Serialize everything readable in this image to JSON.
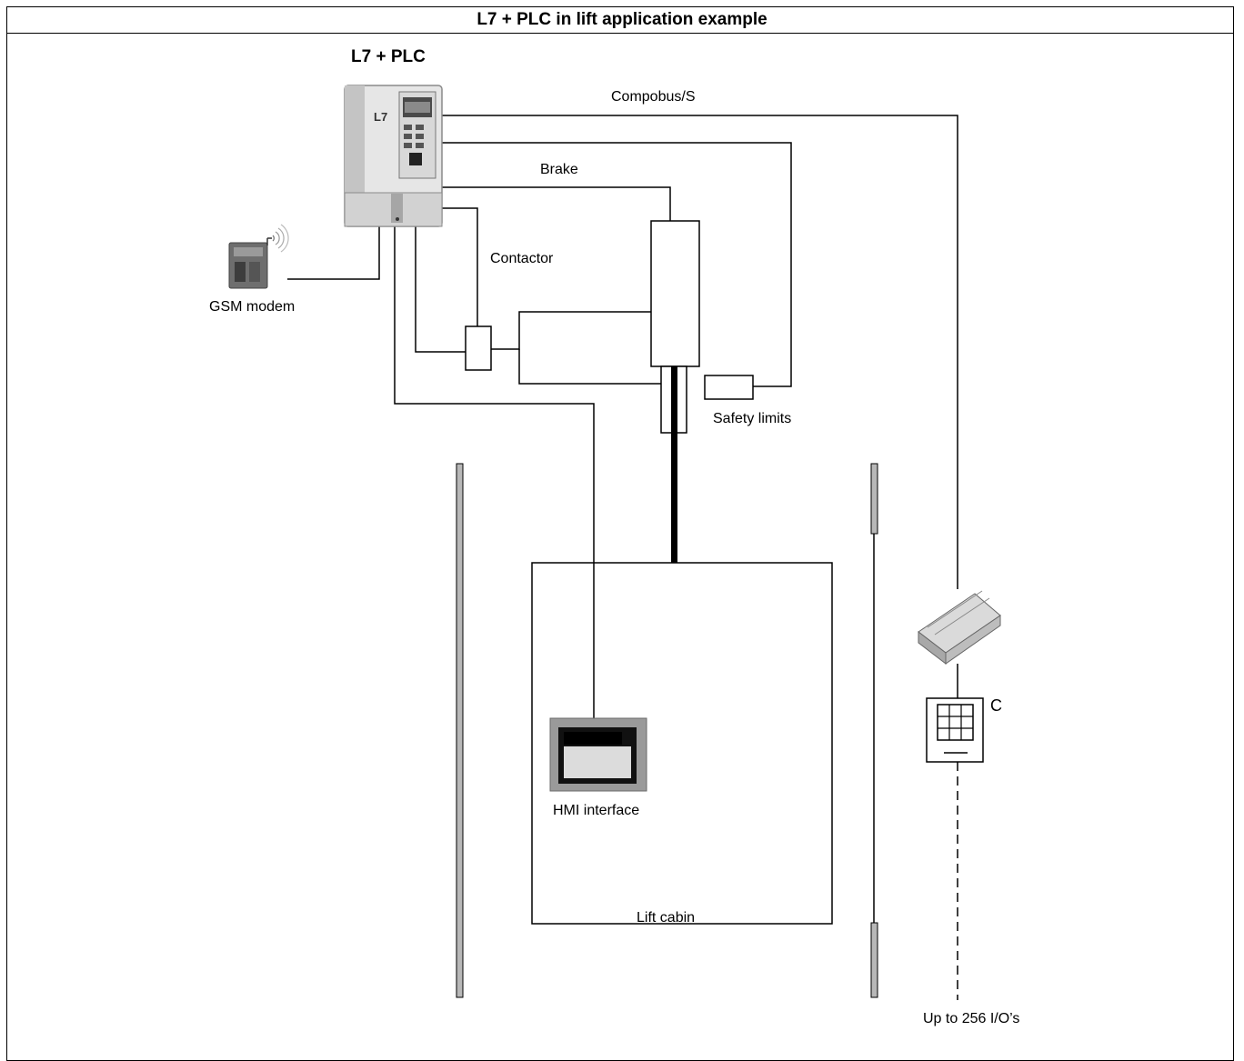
{
  "diagram": {
    "title": "L7 + PLC in lift application example",
    "device_title": "L7 + PLC",
    "labels": {
      "compobus": "Compobus/S",
      "brake": "Brake",
      "contactor": "Contactor",
      "gsm_modem": "GSM modem",
      "safety_limits": "Safety limits",
      "hmi_interface": "HMI interface",
      "lift_cabin": "Lift cabin",
      "io_count": "Up to 256 I/O’s",
      "io_module_letter": "C"
    },
    "device_text": {
      "model": "L7"
    }
  }
}
